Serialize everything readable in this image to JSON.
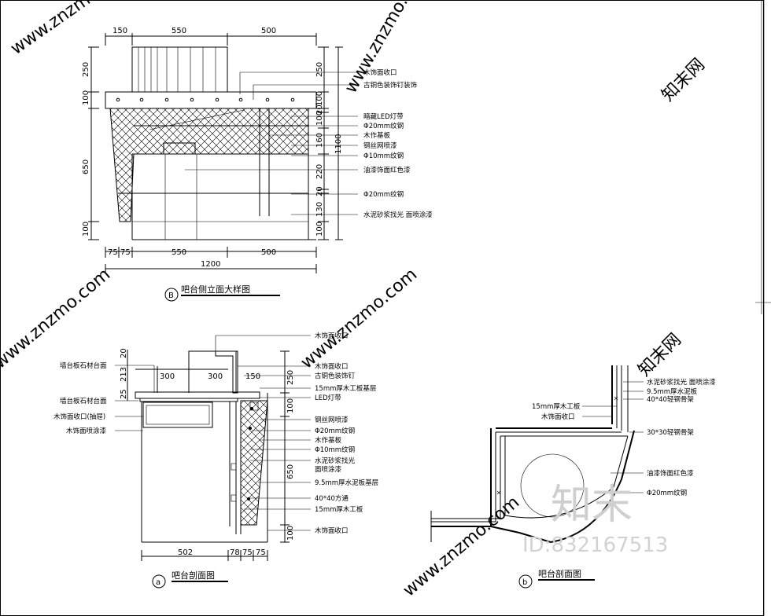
{
  "elevation_b": {
    "marker": "B",
    "title": "吧台侧立面大样图",
    "top_dims": [
      "150",
      "550",
      "500"
    ],
    "bottom_dims": [
      "75",
      "75",
      "550",
      "500"
    ],
    "bottom_total": "1200",
    "left_dims": [
      "250",
      "100",
      "650",
      "100"
    ],
    "right_dims": [
      "250",
      "100",
      "20",
      "100",
      "160",
      "220",
      "20",
      "130",
      "100"
    ],
    "right_total": "1100",
    "labels": [
      "木饰面收口",
      "古铜色装饰钉装饰",
      "暗藏LED灯带",
      "Φ20mm纹钢",
      "木作基板",
      "钢丝网喷漆",
      "Φ10mm纹钢",
      "油漆饰面红色漆",
      "Φ20mm纹钢",
      "水泥砂浆找光 面喷涂漆"
    ]
  },
  "section_a": {
    "marker": "a",
    "title": "吧台剖面图",
    "top_dims": [
      "300",
      "300",
      "150"
    ],
    "left_dims": [
      "20",
      "213",
      "25"
    ],
    "bottom_dims": [
      "502",
      "78",
      "75",
      "75"
    ],
    "right_dims": [
      "250",
      "100",
      "650",
      "100"
    ],
    "left_labels": [
      "墙台板石材台面",
      "墙台板石材台面",
      "木饰面收口(抽屉)",
      "木饰面喷涂漆"
    ],
    "right_labels": [
      "木饰面收口",
      "木饰面收口",
      "古铜色装饰钉",
      "15mm厚木工板基层",
      "LED灯带",
      "钢丝网喷漆",
      "Φ20mm纹钢",
      "木作基板",
      "Φ10mm纹钢",
      "水泥砂浆找光",
      "面喷涂漆",
      "9.5mm厚水泥板基层",
      "40*40方通",
      "15mm厚木工板",
      "木饰面收口"
    ]
  },
  "section_b": {
    "marker": "b",
    "title": "吧台剖面图",
    "labels": [
      "水泥砂浆找光 面喷涂漆",
      "9.5mm厚水泥板",
      "40*40轻钢骨架",
      "15mm厚木工板",
      "木饰面收口",
      "30*30轻钢骨架",
      "油漆饰面红色漆",
      "Φ20mm纹钢"
    ]
  },
  "watermarks": [
    "www.znzmo.com",
    "www.znzmo.com",
    "www.znzmo.com",
    "www.znzmo.com",
    "www.znzmo.com",
    "知末网",
    "知末网"
  ],
  "logo": {
    "text": "知末",
    "id": "ID:832167513"
  }
}
